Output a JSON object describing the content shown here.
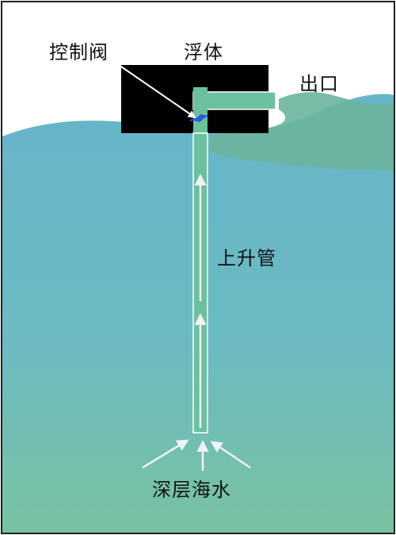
{
  "labels": {
    "control_valve": "控制阀",
    "float": "浮体",
    "outlet": "出口",
    "riser": "上升管",
    "deep_water": "深层海水"
  },
  "colors": {
    "sea_top": "#6bb8c8",
    "sea_bottom": "#74c0a6",
    "outflow": "#6ab49c",
    "pipe_fill": "#6cc0a0",
    "float_body": "#000000",
    "valve": "#2a5bd7",
    "arrow": "#eef3f5",
    "border": "#222222"
  },
  "icons": {
    "up_arrow": "up-arrow-icon",
    "inflow_arrow": "inflow-arrow-icon"
  }
}
